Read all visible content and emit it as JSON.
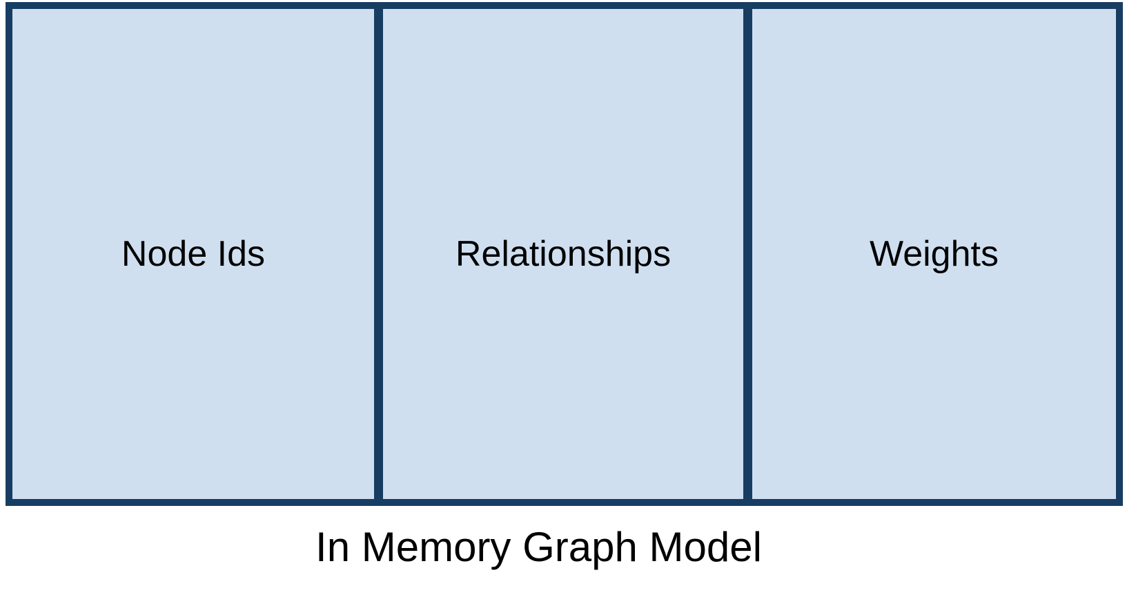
{
  "diagram": {
    "caption": "In Memory Graph Model",
    "colors": {
      "border": "#173d63",
      "fill": "#cfdff0",
      "text": "#000000",
      "background": "#ffffff"
    },
    "cells": [
      {
        "label": "Node Ids"
      },
      {
        "label": "Relationships"
      },
      {
        "label": "Weights"
      }
    ]
  }
}
